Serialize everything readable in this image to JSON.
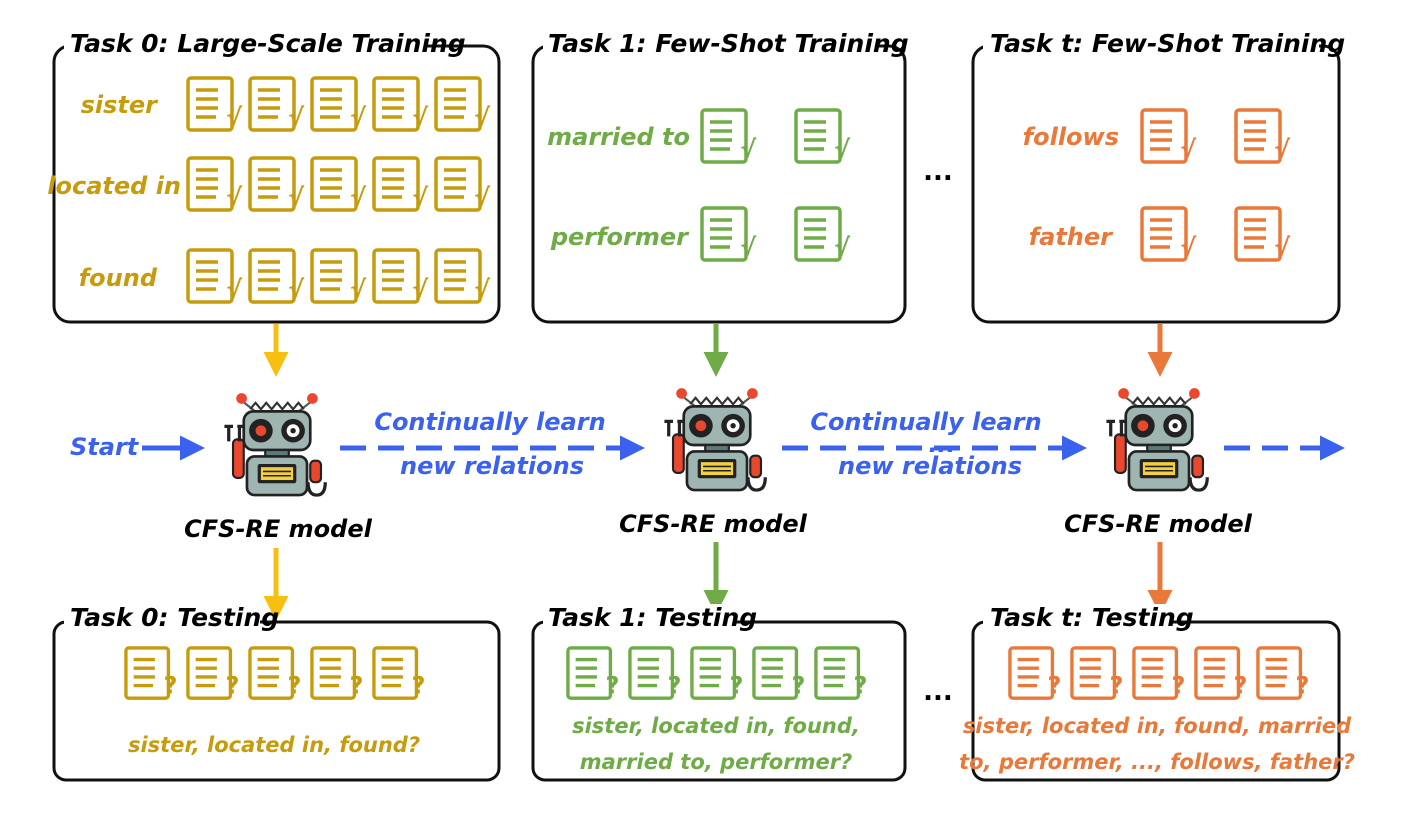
{
  "colors": {
    "task0": "#c69c0c",
    "task1": "#6fab47",
    "taskt": "#e8793a",
    "arrow0": "#f7bf10",
    "flow": "#3a62ef"
  },
  "training": [
    {
      "title": "Task 0: Large-Scale Training",
      "relations": [
        "sister",
        "located in",
        "found"
      ],
      "docs_per_relation": 5
    },
    {
      "title": "Task 1: Few-Shot Training",
      "relations": [
        "married to",
        "performer"
      ],
      "docs_per_relation": 2
    },
    {
      "title": "Task t: Few-Shot Training",
      "relations": [
        "follows",
        "father"
      ],
      "docs_per_relation": 2
    }
  ],
  "testing": [
    {
      "title": "Task 0: Testing",
      "query_lines": [
        "sister, located in, found?"
      ],
      "docs": 5
    },
    {
      "title": "Task 1: Testing",
      "query_lines": [
        "sister, located in, found,",
        "married to, performer?"
      ],
      "docs": 5
    },
    {
      "title": "Task t: Testing",
      "query_lines": [
        "sister, located in, found, married",
        "to, performer, ..., follows, father?"
      ],
      "docs": 5
    }
  ],
  "model_label": "CFS-RE model",
  "start_label": "Start",
  "flow_label_line1": "Continually learn",
  "flow_label_line2": "new relations",
  "ellipsis": "...",
  "train_mark": "√",
  "test_mark": "?",
  "icons": [
    "document-check-icon",
    "document-question-icon",
    "robot-icon"
  ]
}
